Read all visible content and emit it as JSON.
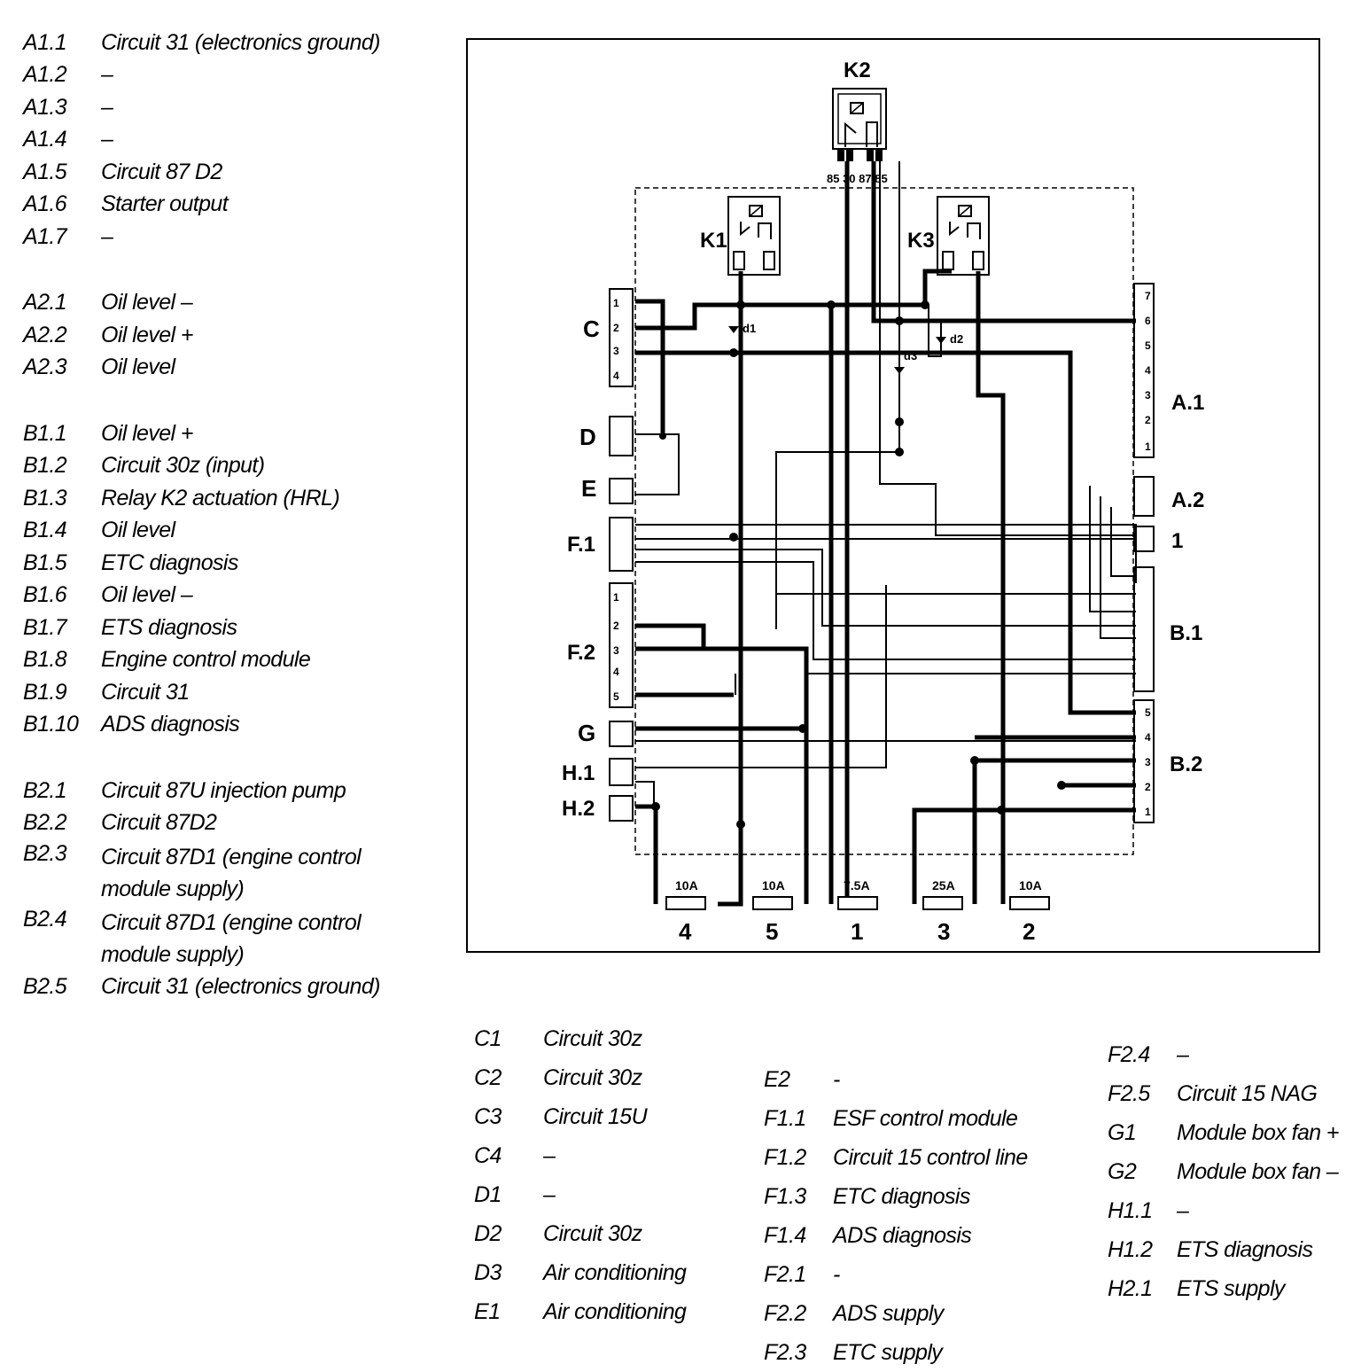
{
  "legend_left": [
    {
      "code": "A1.1",
      "desc": "Circuit 31 (electronics ground)"
    },
    {
      "code": "A1.2",
      "desc": "–"
    },
    {
      "code": "A1.3",
      "desc": "–"
    },
    {
      "code": "A1.4",
      "desc": "–"
    },
    {
      "code": "A1.5",
      "desc": "Circuit 87 D2"
    },
    {
      "code": "A1.6",
      "desc": "Starter output"
    },
    {
      "code": "A1.7",
      "desc": "–"
    },
    {
      "gap": true
    },
    {
      "code": "A2.1",
      "desc": "Oil level –"
    },
    {
      "code": "A2.2",
      "desc": "Oil level +"
    },
    {
      "code": "A2.3",
      "desc": "Oil level"
    },
    {
      "gap": true
    },
    {
      "code": "B1.1",
      "desc": "Oil level +"
    },
    {
      "code": "B1.2",
      "desc": "Circuit 30z (input)"
    },
    {
      "code": "B1.3",
      "desc": "Relay K2 actuation (HRL)"
    },
    {
      "code": "B1.4",
      "desc": "Oil level"
    },
    {
      "code": "B1.5",
      "desc": "ETC diagnosis"
    },
    {
      "code": "B1.6",
      "desc": "Oil level –"
    },
    {
      "code": "B1.7",
      "desc": "ETS diagnosis"
    },
    {
      "code": "B1.8",
      "desc": "Engine control module"
    },
    {
      "code": "B1.9",
      "desc": "Circuit 31"
    },
    {
      "code": "B1.10",
      "desc": "ADS diagnosis"
    },
    {
      "gap": true
    },
    {
      "code": "B2.1",
      "desc": "Circuit 87U injection pump"
    },
    {
      "code": "B2.2",
      "desc": "Circuit 87D2"
    },
    {
      "code": "B2.3",
      "desc": "Circuit 87D1 (engine control module supply)",
      "tall": true
    },
    {
      "code": "B2.4",
      "desc": "Circuit 87D1 (engine control module supply)",
      "tall": true
    },
    {
      "code": "B2.5",
      "desc": "Circuit 31 (electronics ground)"
    }
  ],
  "legend_bottom": [
    [
      {
        "code": "C1",
        "desc": "Circuit 30z"
      },
      {
        "code": "C2",
        "desc": "Circuit 30z"
      },
      {
        "code": "C3",
        "desc": "Circuit 15U"
      },
      {
        "code": "C4",
        "desc": "–"
      },
      {
        "code": "D1",
        "desc": "–"
      },
      {
        "code": "D2",
        "desc": "Circuit 30z"
      },
      {
        "code": "D3",
        "desc": "Air conditioning"
      },
      {
        "code": "E1",
        "desc": "Air conditioning"
      }
    ],
    [
      {
        "code": "E2",
        "desc": "-"
      },
      {
        "code": "F1.1",
        "desc": "ESF control module"
      },
      {
        "code": "F1.2",
        "desc": "Circuit 15 control line"
      },
      {
        "code": "F1.3",
        "desc": "ETC diagnosis"
      },
      {
        "code": "F1.4",
        "desc": "ADS diagnosis"
      },
      {
        "code": "F2.1",
        "desc": "-"
      },
      {
        "code": "F2.2",
        "desc": "ADS supply"
      },
      {
        "code": "F2.3",
        "desc": "ETC supply"
      }
    ],
    [
      {
        "code": "F2.4",
        "desc": "–"
      },
      {
        "code": "F2.5",
        "desc": "Circuit 15 NAG"
      },
      {
        "code": "G1",
        "desc": "Module box fan +"
      },
      {
        "code": "G2",
        "desc": "Module box fan –"
      },
      {
        "code": "H1.1",
        "desc": "–"
      },
      {
        "code": "H1.2",
        "desc": "ETS diagnosis"
      },
      {
        "code": "H2.1",
        "desc": "ETS supply"
      }
    ]
  ],
  "diagram": {
    "relays": [
      "K1",
      "K2",
      "K3"
    ],
    "relay_k2_pins": "85 30 87 85",
    "diode_labels": [
      "d1",
      "d2",
      "d3"
    ],
    "left_connectors": [
      "C",
      "D",
      "E",
      "F.1",
      "F.2",
      "G",
      "H.1",
      "H.2"
    ],
    "right_connectors": [
      "A.1",
      "A.2",
      "1",
      "B.1",
      "B.2"
    ],
    "fuses": [
      {
        "rating": "10A",
        "number": "4"
      },
      {
        "rating": "10A",
        "number": "5"
      },
      {
        "rating": "7.5A",
        "number": "1"
      },
      {
        "rating": "25A",
        "number": "3"
      },
      {
        "rating": "10A",
        "number": "2"
      }
    ]
  }
}
